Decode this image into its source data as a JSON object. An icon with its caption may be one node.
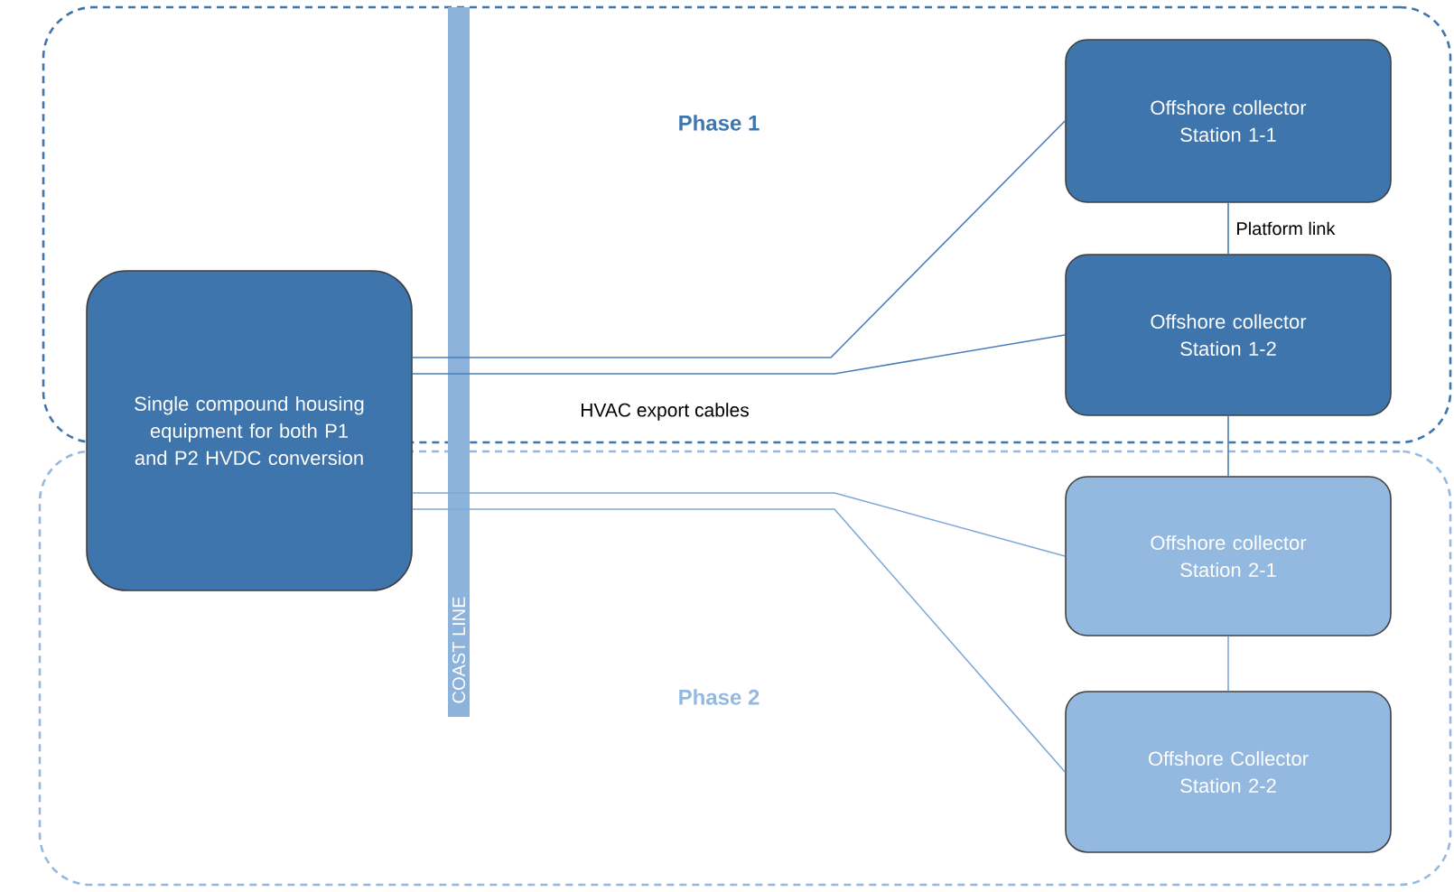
{
  "diagram": {
    "nodes": [
      {
        "text": [
          "Phase 1"
        ]
      },
      {
        "text": [
          "Phase 2"
        ]
      },
      {
        "text": [
          "Single compound housing equipment for both P1 and P2 HVDC conversion"
        ]
      },
      {
        "text": [
          "Offshore collector Station 1-1"
        ],
        "in": 0
      },
      {
        "text": [
          "Offshore collector Station 1-2"
        ],
        "in": 0
      },
      {
        "text": [
          "Offshore collector Station 2-1"
        ],
        "in": 1
      },
      {
        "text": [
          "Offshore Collector Station 2-2"
        ],
        "in": 1
      },
      {
        "text": [
          "COAST LINE"
        ]
      }
    ],
    "edges": [
      {
        "from": 2,
        "to": 3,
        "arrow": "none"
      },
      {
        "from": 2,
        "to": 4,
        "arrow": "none"
      },
      {
        "from": 2,
        "to": 5,
        "arrow": "none",
        "color": "#7fa7d8"
      },
      {
        "from": 2,
        "to": 6,
        "arrow": "none",
        "color": "#7fa7d8"
      },
      {
        "from": 3,
        "to": 4,
        "arrow": "none",
        "label": "Platform link"
      },
      {
        "from": 4,
        "to": 5,
        "arrow": "none"
      },
      {
        "from": 5,
        "to": 6,
        "arrow": "none",
        "color": "#7fa7d8"
      }
    ],
    "labels": [
      "HVAC export cables"
    ]
  }
}
